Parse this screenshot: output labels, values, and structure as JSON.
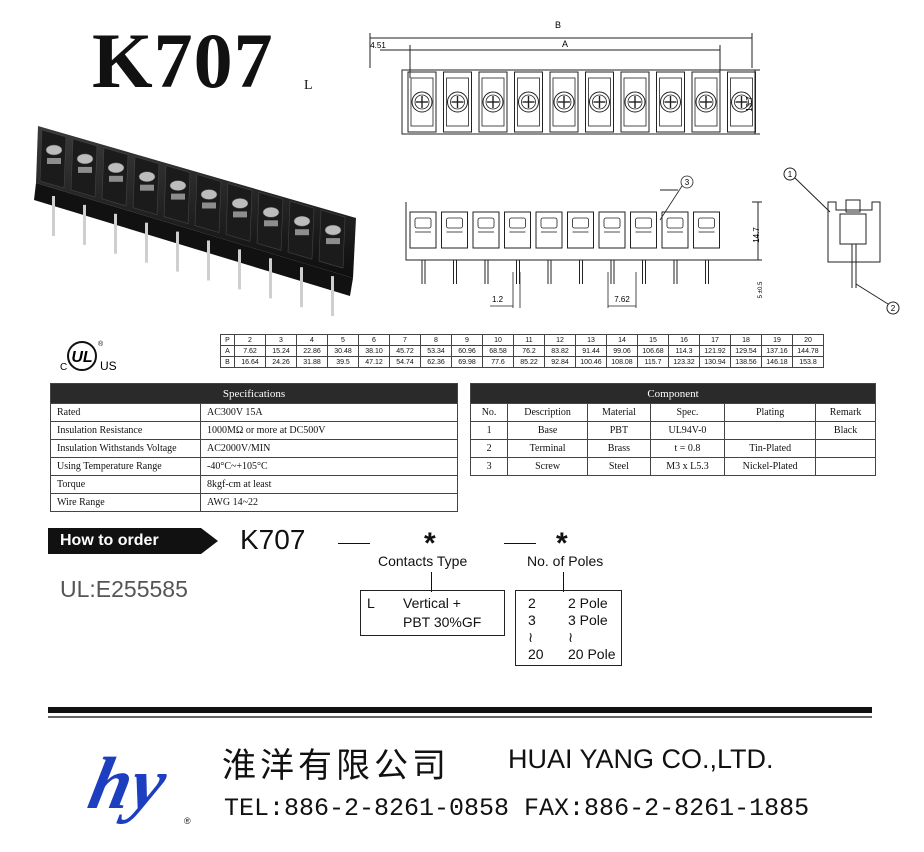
{
  "header": {
    "model": "K707",
    "suffix": "L"
  },
  "drawings": {
    "dim_B": "B",
    "dim_A": "A",
    "dim_offset": "4.51",
    "dim_height_top": "13.7",
    "dim_height_side": "14.7",
    "dim_pin": "1.2",
    "dim_pitch": "7.62",
    "dim_pin_len": "5 ±0.5",
    "callout_1": "1",
    "callout_2": "2",
    "callout_3": "3"
  },
  "cert": {
    "c_label": "C",
    "us_label": "US",
    "ul_number": "UL:E255585"
  },
  "dimensions": {
    "rows": [
      [
        "P",
        "2",
        "3",
        "4",
        "5",
        "6",
        "7",
        "8",
        "9",
        "10",
        "11",
        "12",
        "13",
        "14",
        "15",
        "16",
        "17",
        "18",
        "19",
        "20"
      ],
      [
        "A",
        "7.62",
        "15.24",
        "22.86",
        "30.48",
        "38.10",
        "45.72",
        "53.34",
        "60.96",
        "68.58",
        "76.2",
        "83.82",
        "91.44",
        "99.06",
        "106.68",
        "114.3",
        "121.92",
        "129.54",
        "137.16",
        "144.78"
      ],
      [
        "B",
        "16.64",
        "24.26",
        "31.88",
        "39.5",
        "47.12",
        "54.74",
        "62.36",
        "69.98",
        "77.6",
        "85.22",
        "92.84",
        "100.46",
        "108.08",
        "115.7",
        "123.32",
        "130.94",
        "138.56",
        "146.18",
        "153.8"
      ]
    ]
  },
  "specifications": {
    "title": "Specifications",
    "rows": [
      [
        "Rated",
        "AC300V   15A"
      ],
      [
        "Insulation Resistance",
        "1000MΩ  or more at DC500V"
      ],
      [
        "Insulation Withstands Voltage",
        "AC2000V/MIN"
      ],
      [
        "Using Temperature Range",
        "-40°C~+105°C"
      ],
      [
        "Torque",
        "8kgf-cm at least"
      ],
      [
        "Wire Range",
        "AWG 14~22"
      ]
    ]
  },
  "component": {
    "title": "Component",
    "columns": [
      "No.",
      "Description",
      "Material",
      "Spec.",
      "Plating",
      "Remark"
    ],
    "rows": [
      [
        "1",
        "Base",
        "PBT",
        "UL94V-0",
        "",
        "Black"
      ],
      [
        "2",
        "Terminal",
        "Brass",
        "t = 0.8",
        "Tin-Plated",
        ""
      ],
      [
        "3",
        "Screw",
        "Steel",
        "M3 x L5.3",
        "Nickel-Plated",
        ""
      ]
    ]
  },
  "order": {
    "badge": "How to order",
    "model": "K707",
    "star": "*",
    "contacts_label": "Contacts Type",
    "poles_label": "No. of Poles",
    "contacts_code": "L",
    "contacts_desc_1": "Vertical +",
    "contacts_desc_2": "PBT 30%GF",
    "poles": [
      [
        "2",
        "2 Pole"
      ],
      [
        "3",
        "3 Pole"
      ],
      [
        "≀",
        "≀"
      ],
      [
        "20",
        "20 Pole"
      ]
    ]
  },
  "footer": {
    "logo_text": "hy",
    "registered": "®",
    "company_cn": "淮洋有限公司",
    "company_en": "HUAI YANG CO.,LTD.",
    "contact": "TEL:886-2-8261-0858 FAX:886-2-8261-1885"
  },
  "colors": {
    "logo_blue": "#1d3fbf",
    "header_dark": "#2a2a2a",
    "body_plastic": "#1b1b1b"
  }
}
